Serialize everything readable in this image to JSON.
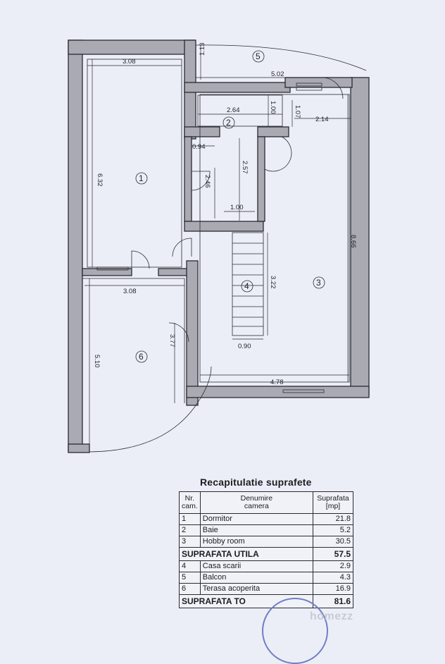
{
  "plan": {
    "rooms": [
      {
        "id": "1",
        "label": "1"
      },
      {
        "id": "2",
        "label": "2"
      },
      {
        "id": "3",
        "label": "3"
      },
      {
        "id": "4",
        "label": "4"
      },
      {
        "id": "5",
        "label": "5"
      },
      {
        "id": "6",
        "label": "6"
      }
    ],
    "dimensions": {
      "room1_width": "3.08",
      "room1_height": "6.32",
      "balcony_depth": "1.13",
      "balcony_width": "5.02",
      "bath_width": "2.64",
      "bath_recess": "1.00",
      "hall_small": "1.07",
      "room3_top": "2.14",
      "bath_door": "0.94",
      "hall_depth": "2.57",
      "closet_depth": "2.46",
      "hall_width": "1.00",
      "room3_height": "8.66",
      "stair_length": "3.22",
      "stair_width": "0.90",
      "terrace_width": "3.08",
      "terrace_depth": "5.10",
      "terrace_partial": "3.77",
      "room3_width": "4.78"
    }
  },
  "summary": {
    "title": "Recapitulatie suprafete",
    "headers": {
      "nr_line1": "Nr.",
      "nr_line2": "cam.",
      "name_line1": "Denumire",
      "name_line2": "camera",
      "area_line1": "Suprafata",
      "area_line2": "[mp]"
    },
    "rows_util": [
      {
        "nr": "1",
        "name": "Dormitor",
        "area": "21.8"
      },
      {
        "nr": "2",
        "name": "Baie",
        "area": "5.2"
      },
      {
        "nr": "3",
        "name": "Hobby room",
        "area": "30.5"
      }
    ],
    "total_util": {
      "label": "SUPRAFATA UTILA",
      "value": "57.5"
    },
    "rows_other": [
      {
        "nr": "4",
        "name": "Casa scarii",
        "area": "2.9"
      },
      {
        "nr": "5",
        "name": "Balcon",
        "area": "4.3"
      },
      {
        "nr": "6",
        "name": "Terasa acoperita",
        "area": "16.9"
      }
    ],
    "total": {
      "label": "SUPRAFATA TO",
      "value": "81.6"
    }
  },
  "watermark": "homezz"
}
